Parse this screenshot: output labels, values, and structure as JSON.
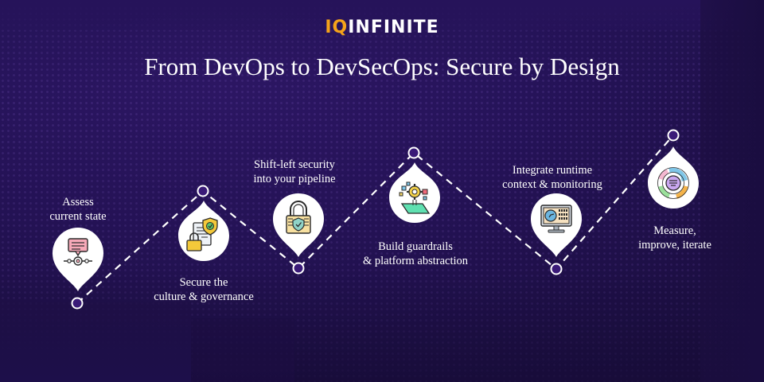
{
  "brand": {
    "logo_prefix": "IQ",
    "logo_suffix": "INFINITE",
    "accent_color": "#f5a31a"
  },
  "title": "From DevOps to DevSecOps: Secure by Design",
  "steps": [
    {
      "line1": "Assess",
      "line2": "current state",
      "icon": "assessment-chat-icon",
      "label_position": "above"
    },
    {
      "line1": "Secure the",
      "line2": "culture & governance",
      "icon": "document-lock-shield-icon",
      "label_position": "below"
    },
    {
      "line1": "Shift-left security",
      "line2": "into your pipeline",
      "icon": "padlock-shield-icon",
      "label_position": "above"
    },
    {
      "line1": "Build guardrails",
      "line2": "& platform abstraction",
      "icon": "gear-platform-icon",
      "label_position": "below"
    },
    {
      "line1": "Integrate runtime",
      "line2": "context & monitoring",
      "icon": "monitor-dashboard-icon",
      "label_position": "above"
    },
    {
      "line1": "Measure,",
      "line2": "improve, iterate",
      "icon": "cycle-arrows-icon",
      "label_position": "below"
    }
  ],
  "colors": {
    "background": "#26135a",
    "node_fill": "#3a1a78",
    "pin_fill": "#ffffff",
    "line": "#ffffff"
  }
}
